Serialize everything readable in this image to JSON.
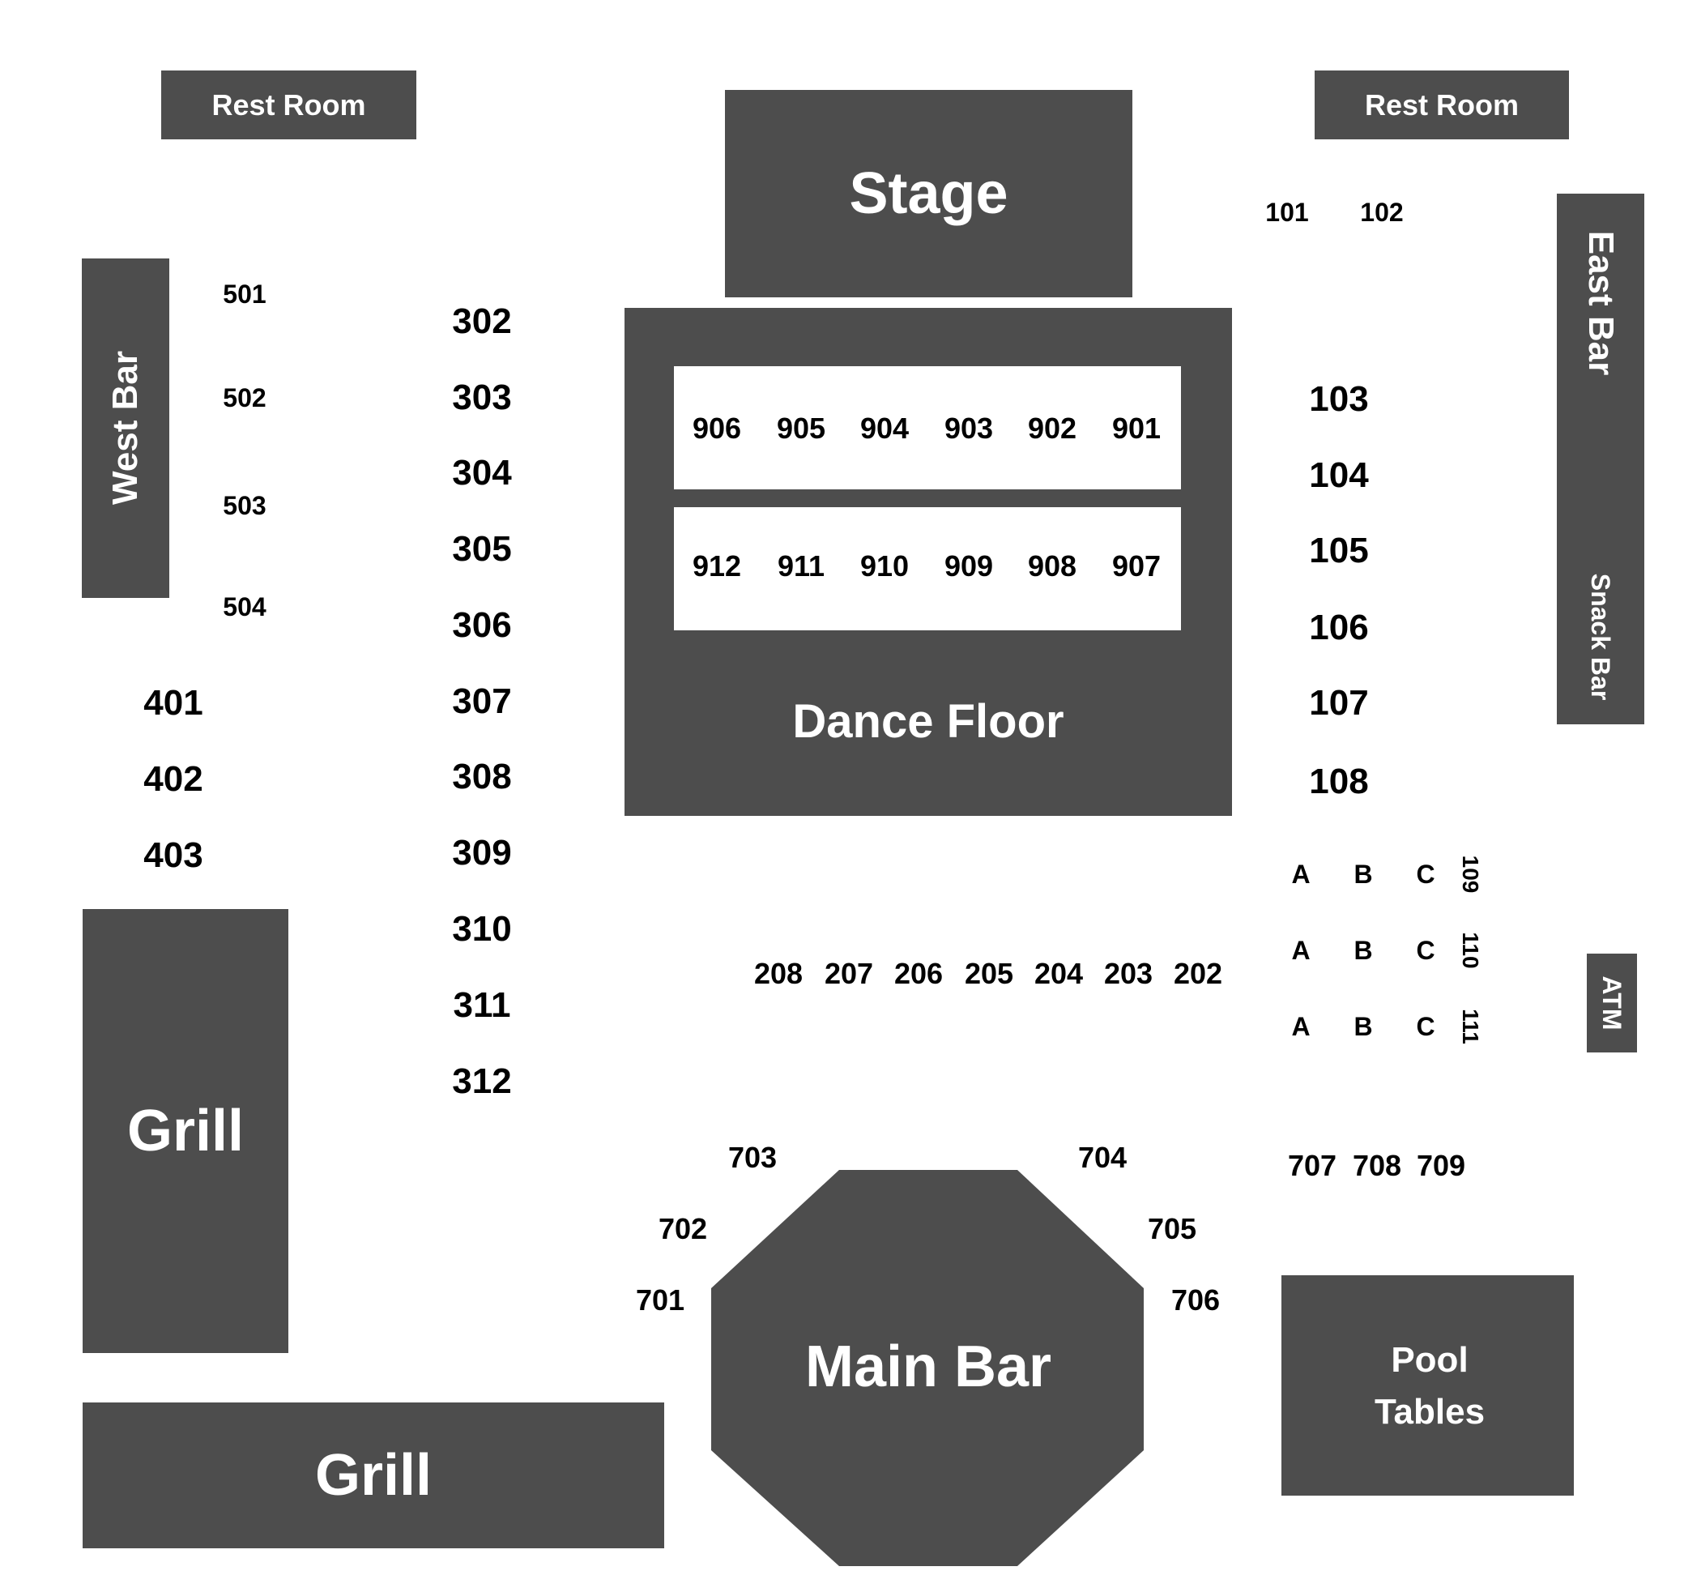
{
  "colors": {
    "area_fill": "#4d4d4d",
    "area_text": "#ffffff",
    "seat_text": "#000000",
    "background": "#ffffff"
  },
  "areas": {
    "rest_room_left": "Rest Room",
    "rest_room_right": "Rest Room",
    "stage": "Stage",
    "west_bar": "West Bar",
    "east_bar": "East Bar",
    "snack_bar": "Snack Bar",
    "dance_floor": "Dance Floor",
    "grill_tall": "Grill",
    "grill_wide": "Grill",
    "main_bar": "Main Bar",
    "pool_tables_line1": "Pool",
    "pool_tables_line2": "Tables",
    "atm": "ATM"
  },
  "sections": {
    "s100_top": [
      "101",
      "102"
    ],
    "s100_right": [
      "103",
      "104",
      "105",
      "106",
      "107",
      "108"
    ],
    "s100_abc": [
      {
        "a": "A",
        "b": "B",
        "c": "C",
        "num": "109"
      },
      {
        "a": "A",
        "b": "B",
        "c": "C",
        "num": "110"
      },
      {
        "a": "A",
        "b": "B",
        "c": "C",
        "num": "111"
      }
    ],
    "s200": [
      "208",
      "207",
      "206",
      "205",
      "204",
      "203",
      "202"
    ],
    "s300": [
      "302",
      "303",
      "304",
      "305",
      "306",
      "307",
      "308",
      "309",
      "310",
      "311",
      "312"
    ],
    "s400": [
      "401",
      "402",
      "403"
    ],
    "s500": [
      "501",
      "502",
      "503",
      "504"
    ],
    "s700_left": [
      "703",
      "702",
      "701"
    ],
    "s700_right": [
      "704",
      "705",
      "706"
    ],
    "s700_row": [
      "707",
      "708",
      "709"
    ],
    "s900_row1": [
      "906",
      "905",
      "904",
      "903",
      "902",
      "901"
    ],
    "s900_row2": [
      "912",
      "911",
      "910",
      "909",
      "908",
      "907"
    ]
  }
}
